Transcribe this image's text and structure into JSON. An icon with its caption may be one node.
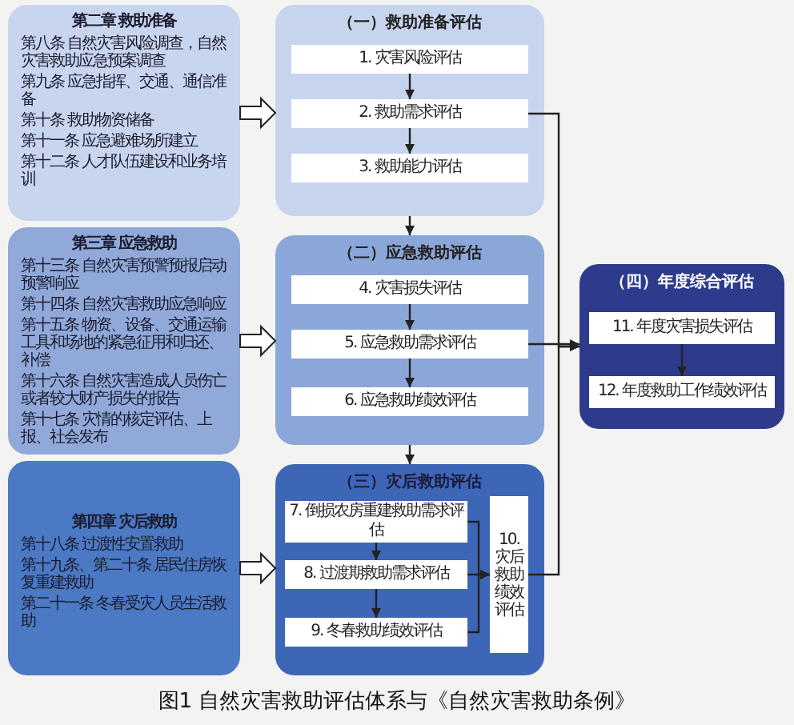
{
  "diagram": {
    "caption": "图1 自然灾害救助评估体系与《自然灾害救助条例》",
    "nodes": [
      {
        "text": [
          "第二章 救助准备",
          "第八条 自然灾害风险调查，自然灾害救助应急预案调查",
          "第九条 应急指挥、交通、通信准备",
          "第十条 救助物资储备",
          "第十一条 应急避难场所建立",
          "第十二条 人才队伍建设和业务培训"
        ]
      },
      {
        "text": [
          "第三章 应急救助",
          "第十三条 自然灾害预警预报启动预警响应",
          "第十四条 自然灾害救助应急响应",
          "第十五条 物资、设备、交通运输工具和场地的紧急征用和归还、补偿",
          "第十六条 自然灾害造成人员伤亡或者较大财产损失的报告",
          "第十七条 灾情的核定评估、上报、社会发布"
        ]
      },
      {
        "text": [
          "第四章 灾后救助",
          "第十八条 过渡性安置救助",
          "第十九条、第二十条 居民住房恢复重建救助",
          "第二十一条 冬春受灾人员生活救助"
        ]
      },
      {
        "text": [
          "（一）救助准备评估"
        ]
      },
      {
        "text": [
          "1. 灾害风险评估"
        ],
        "in": 3
      },
      {
        "text": [
          "2. 救助需求评估"
        ],
        "in": 3
      },
      {
        "text": [
          "3. 救助能力评估"
        ],
        "in": 3
      },
      {
        "text": [
          "（二）应急救助评估"
        ]
      },
      {
        "text": [
          "4. 灾害损失评估"
        ],
        "in": 7
      },
      {
        "text": [
          "5. 应急救助需求评估"
        ],
        "in": 7
      },
      {
        "text": [
          "6. 应急救助绩效评估"
        ],
        "in": 7
      },
      {
        "text": [
          "（三）灾后救助评估"
        ]
      },
      {
        "text": [
          "7. 倒损农房重建救助需求评估"
        ],
        "in": 11
      },
      {
        "text": [
          "8. 过渡期救助需求评估"
        ],
        "in": 11
      },
      {
        "text": [
          "9. 冬春救助绩效评估"
        ],
        "in": 11
      },
      {
        "text": [
          "10. 灾后救助绩效评估"
        ],
        "in": 11
      },
      {
        "text": [
          "（四）年度综合评估"
        ]
      },
      {
        "text": [
          "11. 年度灾害损失评估"
        ],
        "in": 16
      },
      {
        "text": [
          "12. 年度救助工作绩效评估"
        ],
        "in": 16
      }
    ],
    "edges": [
      {
        "from": 0,
        "to": 3,
        "arrow": "to",
        "style": "thick"
      },
      {
        "from": 1,
        "to": 7,
        "arrow": "to",
        "style": "thick"
      },
      {
        "from": 2,
        "to": 11,
        "arrow": "to",
        "style": "thick"
      },
      {
        "from": 4,
        "to": 5,
        "arrow": "to"
      },
      {
        "from": 5,
        "to": 6,
        "arrow": "to"
      },
      {
        "from": 3,
        "to": 7,
        "arrow": "to"
      },
      {
        "from": 8,
        "to": 9,
        "arrow": "to"
      },
      {
        "from": 9,
        "to": 10,
        "arrow": "to"
      },
      {
        "from": 7,
        "to": 11,
        "arrow": "to"
      },
      {
        "from": 12,
        "to": 13,
        "arrow": "to"
      },
      {
        "from": 13,
        "to": 14,
        "arrow": "to"
      },
      {
        "from": 12,
        "to": 15,
        "arrow": "to"
      },
      {
        "from": 13,
        "to": 15,
        "arrow": "to"
      },
      {
        "from": 14,
        "to": 15,
        "arrow": "to"
      },
      {
        "from": 5,
        "to": 16,
        "arrow": "to"
      },
      {
        "from": 9,
        "to": 16,
        "arrow": "to"
      },
      {
        "from": 15,
        "to": 16,
        "arrow": "to"
      },
      {
        "from": 17,
        "to": 18,
        "arrow": "to"
      }
    ]
  }
}
